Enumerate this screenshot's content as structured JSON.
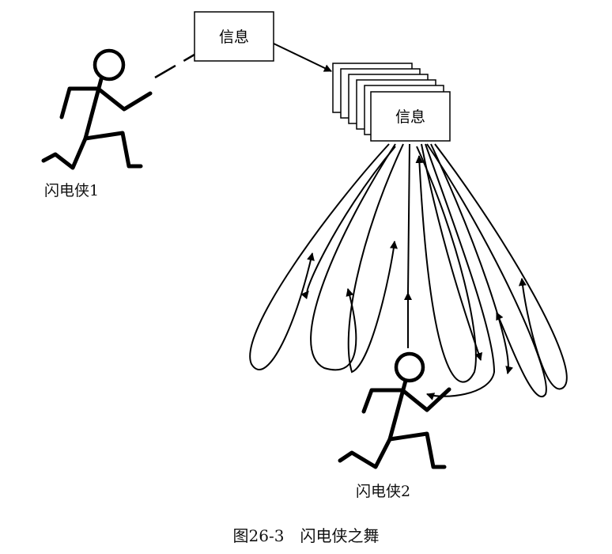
{
  "message_box_top": "信息",
  "message_box_front": "信息",
  "person1_label": "闪电侠1",
  "person2_label": "闪电侠2",
  "caption": "图26-3　闪电侠之舞",
  "colors": {
    "stroke": "#000000",
    "background": "#ffffff"
  }
}
